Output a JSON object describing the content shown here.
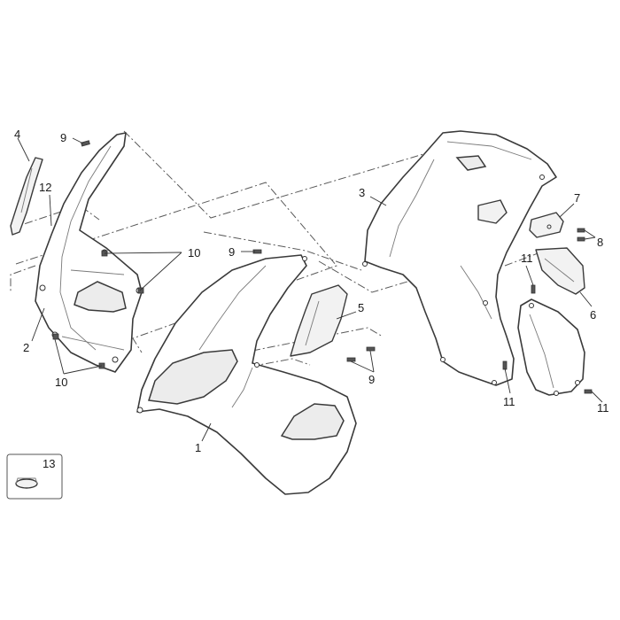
{
  "callouts": [
    {
      "id": "c1",
      "label": "1"
    },
    {
      "id": "c2",
      "label": "2"
    },
    {
      "id": "c3",
      "label": "3"
    },
    {
      "id": "c4",
      "label": "4"
    },
    {
      "id": "c5",
      "label": "5"
    },
    {
      "id": "c6",
      "label": "6"
    },
    {
      "id": "c7",
      "label": "7"
    },
    {
      "id": "c8",
      "label": "8"
    },
    {
      "id": "c9a",
      "label": "9"
    },
    {
      "id": "c9b",
      "label": "9"
    },
    {
      "id": "c9c",
      "label": "9"
    },
    {
      "id": "c10a",
      "label": "10"
    },
    {
      "id": "c10b",
      "label": "10"
    },
    {
      "id": "c11a",
      "label": "11"
    },
    {
      "id": "c11b",
      "label": "11"
    },
    {
      "id": "c11c",
      "label": "11"
    },
    {
      "id": "c12",
      "label": "12"
    },
    {
      "id": "c13",
      "label": "13"
    }
  ]
}
